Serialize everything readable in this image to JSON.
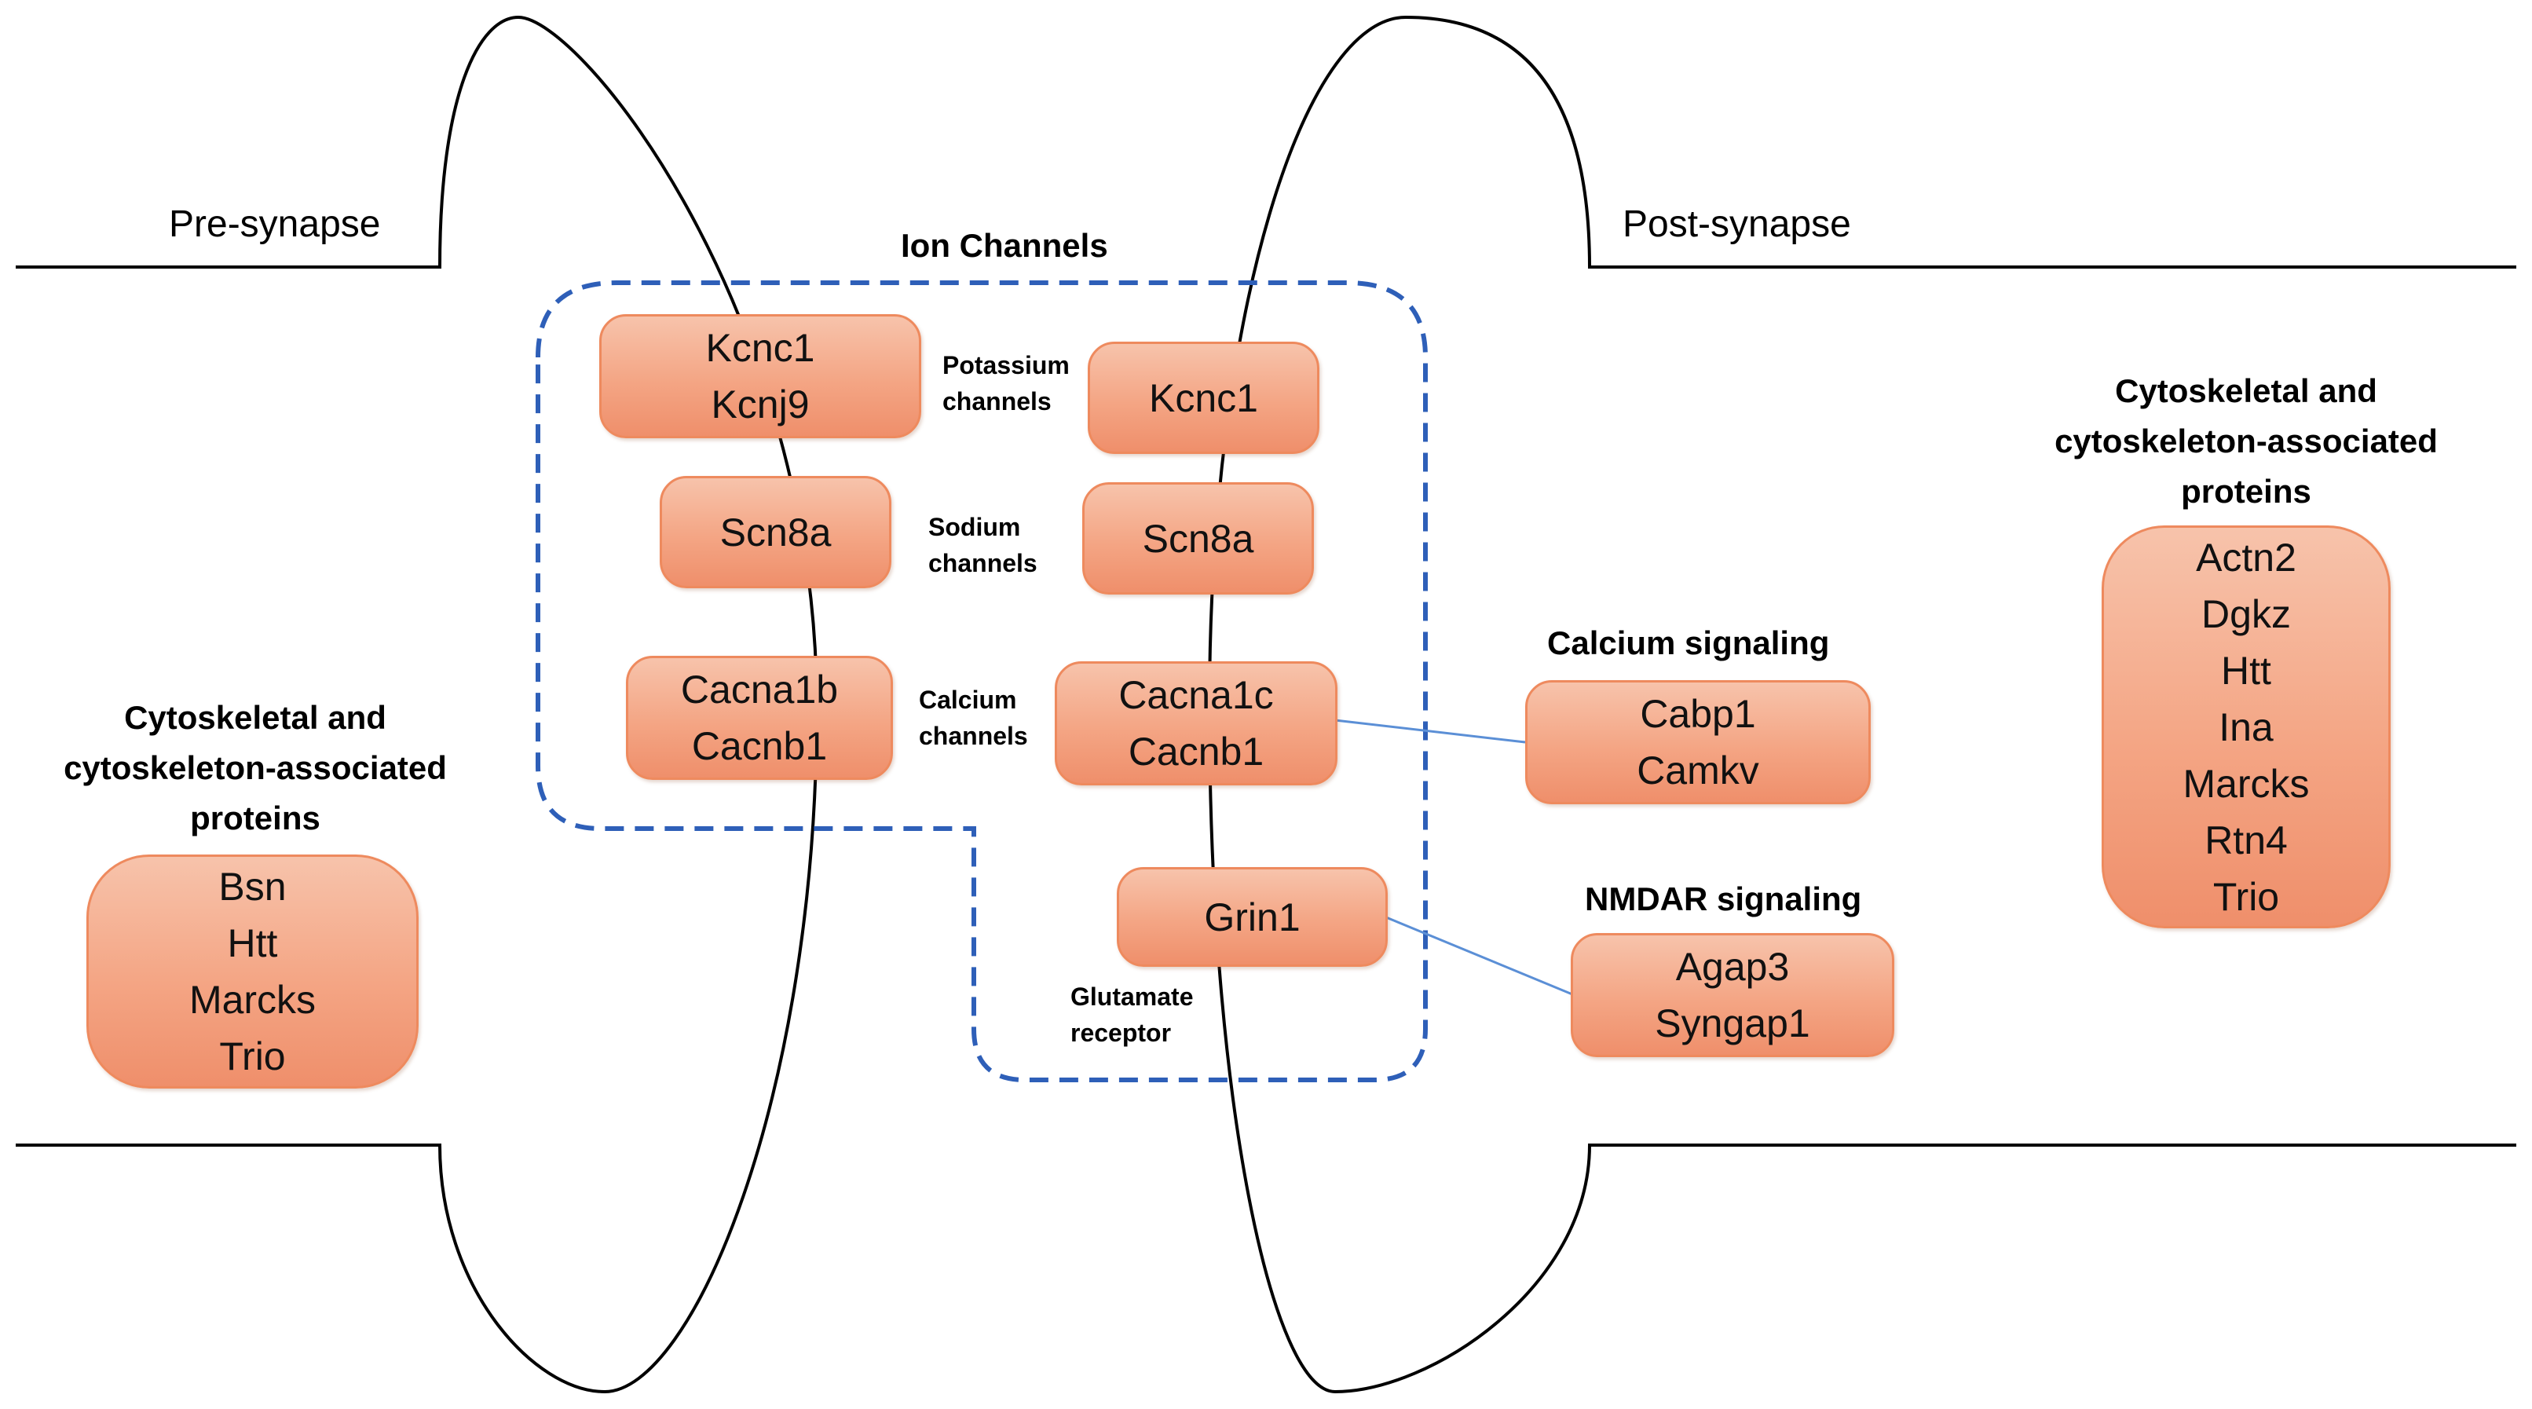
{
  "regions": {
    "pre": "Pre-synapse",
    "post": "Post-synapse"
  },
  "ion_channels": {
    "title": "Ion Channels",
    "potassium": {
      "label_line1": "Potassium",
      "label_line2": "channels",
      "pre": [
        "Kcnc1",
        "Kcnj9"
      ],
      "post": [
        "Kcnc1"
      ]
    },
    "sodium": {
      "label_line1": "Sodium",
      "label_line2": "channels",
      "pre": [
        "Scn8a"
      ],
      "post": [
        "Scn8a"
      ]
    },
    "calcium": {
      "label_line1": "Calcium",
      "label_line2": "channels",
      "pre": [
        "Cacna1b",
        "Cacnb1"
      ],
      "post": [
        "Cacna1c",
        "Cacnb1"
      ]
    },
    "glutamate": {
      "label_line1": "Glutamate",
      "label_line2": "receptor",
      "post": [
        "Grin1"
      ]
    }
  },
  "calcium_signaling": {
    "title": "Calcium signaling",
    "genes": [
      "Cabp1",
      "Camkv"
    ]
  },
  "nmdar_signaling": {
    "title": "NMDAR signaling",
    "genes": [
      "Agap3",
      "Syngap1"
    ]
  },
  "pre_cytoskeletal": {
    "title_line1": "Cytoskeletal and",
    "title_line2": "cytoskeleton-associated",
    "title_line3": "proteins",
    "genes": [
      "Bsn",
      "Htt",
      "Marcks",
      "Trio"
    ]
  },
  "post_cytoskeletal": {
    "title_line1": "Cytoskeletal and",
    "title_line2": "cytoskeleton-associated",
    "title_line3": "proteins",
    "genes": [
      "Actn2",
      "Dgkz",
      "Htt",
      "Ina",
      "Marcks",
      "Rtn4",
      "Trio"
    ]
  },
  "colors": {
    "membrane": "#000000",
    "ion_channel_border": "#2e5fb8",
    "connector": "#5b8fd6",
    "box_fill": "#f4a584",
    "box_border": "#ee8a5e"
  }
}
